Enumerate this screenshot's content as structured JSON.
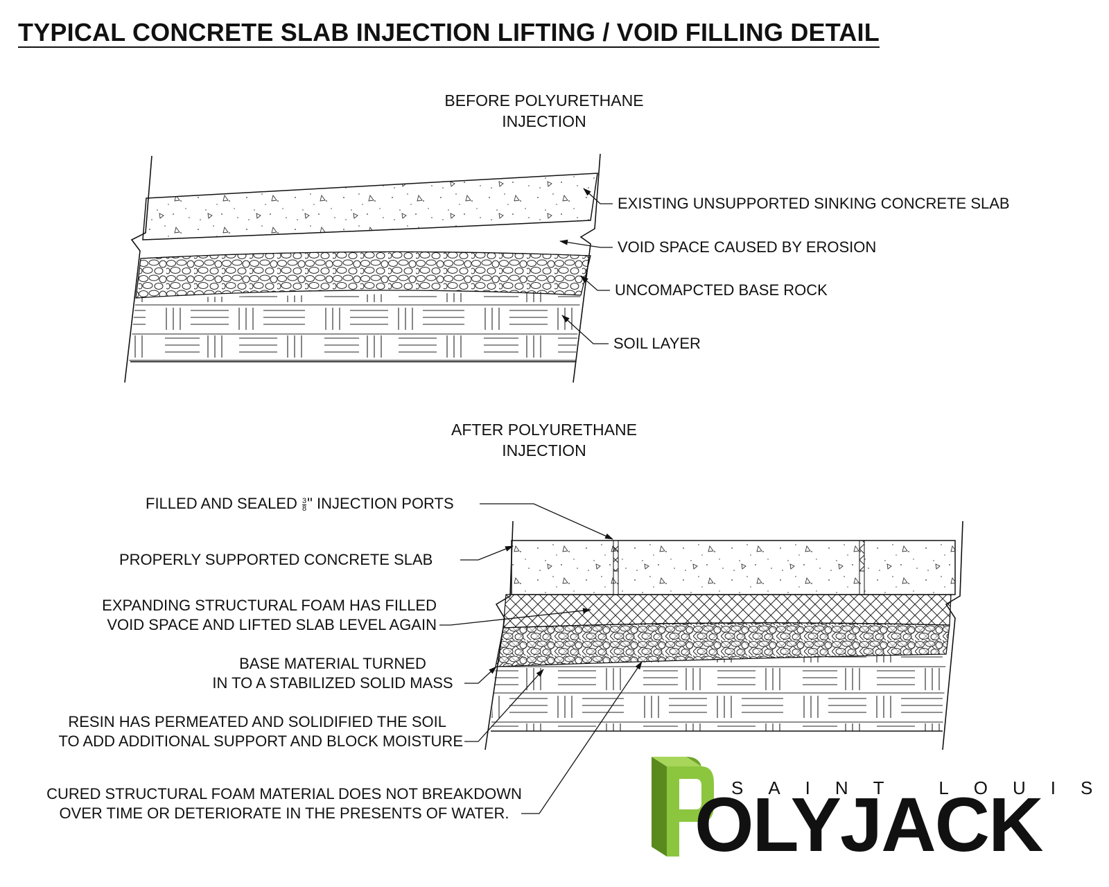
{
  "title": "TYPICAL CONCRETE SLAB INJECTION LIFTING / VOID FILLING DETAIL",
  "before": {
    "caption_line1": "BEFORE POLYURETHANE",
    "caption_line2": "INJECTION",
    "labels": {
      "slab": "EXISTING UNSUPPORTED SINKING CONCRETE SLAB",
      "void": "VOID SPACE CAUSED BY EROSION",
      "rock": "UNCOMAPCTED BASE ROCK",
      "soil": "SOIL LAYER"
    }
  },
  "after": {
    "caption_line1": "AFTER POLYURETHANE",
    "caption_line2": "INJECTION",
    "ports": {
      "pre": "FILLED AND SEALED",
      "numerator": "3",
      "denominator": "8",
      "post": "\" INJECTION PORTS"
    },
    "labels": {
      "slab": "PROPERLY SUPPORTED CONCRETE SLAB",
      "foam_line1": "EXPANDING STRUCTURAL FOAM HAS FILLED",
      "foam_line2": "VOID SPACE AND LIFTED SLAB LEVEL AGAIN",
      "base_line1": "BASE MATERIAL TURNED",
      "base_line2": "IN TO A STABILIZED SOLID MASS",
      "resin_line1": "RESIN HAS PERMEATED  AND SOLIDIFIED THE SOIL",
      "resin_line2": "TO ADD  ADDITIONAL SUPPORT AND BLOCK MOISTURE",
      "cured_line1": "CURED STRUCTURAL FOAM MATERIAL  DOES NOT BREAKDOWN",
      "cured_line2": "OVER TIME OR DETERIORATE IN THE PRESENTS OF WATER."
    }
  },
  "logo": {
    "subtitle": "SAINT LOUIS",
    "word": "OLYJACK",
    "letter": "P",
    "green": "#8cc63f",
    "dark": "#5a8a1e"
  }
}
